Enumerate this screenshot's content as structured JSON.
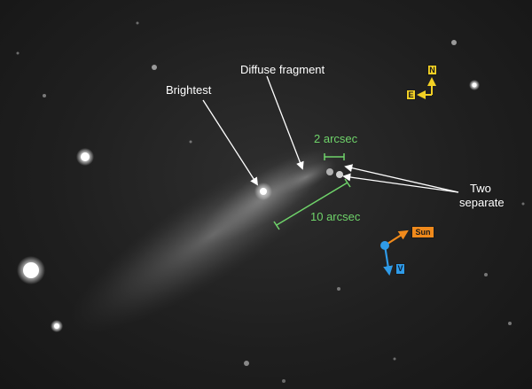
{
  "labels": {
    "brightest": "Brightest",
    "diffuse_fragment": "Diffuse fragment",
    "two_separate_line1": "Two",
    "two_separate_line2": "separate",
    "scale_small": "2 arcsec",
    "scale_large": "10 arcsec"
  },
  "compass": {
    "north": "N",
    "east": "E",
    "color": "#f2d024"
  },
  "vectors": {
    "sun": "Sun",
    "sun_color": "#f08a1c",
    "velocity": "V",
    "velocity_color": "#2f9be8"
  },
  "colors": {
    "scale_bar": "#6fd36a",
    "annotation": "#ffffff"
  }
}
